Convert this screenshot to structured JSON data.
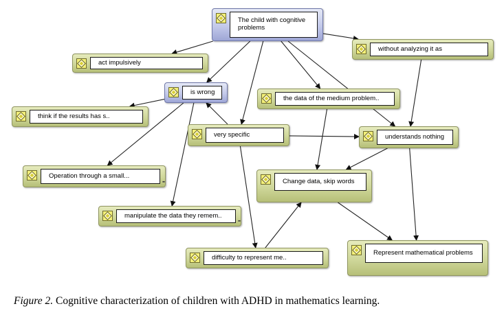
{
  "nodes": [
    {
      "id": "n-child",
      "text": "The child with cognitive problems",
      "style": "blue"
    },
    {
      "id": "n-impulsive",
      "text": "act impulsively",
      "style": "green"
    },
    {
      "id": "n-without",
      "text": "without analyzing it as",
      "style": "green"
    },
    {
      "id": "n-iswrong",
      "text": "is wrong",
      "style": "blue"
    },
    {
      "id": "n-medium",
      "text": "the data of the medium problem..",
      "style": "green"
    },
    {
      "id": "n-think",
      "text": "think if the results has s..",
      "style": "green"
    },
    {
      "id": "n-specific",
      "text": "very specific",
      "style": "green"
    },
    {
      "id": "n-understands",
      "text": "understands nothing",
      "style": "green"
    },
    {
      "id": "n-operation",
      "text": "Operation through a small...",
      "style": "green"
    },
    {
      "id": "n-change",
      "text": "Change data, skip words",
      "style": "green"
    },
    {
      "id": "n-manipulate",
      "text": "manipulate the data they remem..",
      "style": "green"
    },
    {
      "id": "n-represent",
      "text": "Represent mathematical problems",
      "style": "green"
    },
    {
      "id": "n-difficulty",
      "text": "difficulty to represent me..",
      "style": "green"
    }
  ],
  "edges": [
    {
      "from": "n-child",
      "to": "n-impulsive"
    },
    {
      "from": "n-child",
      "to": "n-iswrong"
    },
    {
      "from": "n-child",
      "to": "n-without"
    },
    {
      "from": "n-child",
      "to": "n-medium"
    },
    {
      "from": "n-child",
      "to": "n-specific"
    },
    {
      "from": "n-child",
      "to": "n-understands"
    },
    {
      "from": "n-iswrong",
      "to": "n-think"
    },
    {
      "from": "n-iswrong",
      "to": "n-operation"
    },
    {
      "from": "n-iswrong",
      "to": "n-manipulate"
    },
    {
      "from": "n-specific",
      "to": "n-iswrong"
    },
    {
      "from": "n-specific",
      "to": "n-understands"
    },
    {
      "from": "n-specific",
      "to": "n-difficulty"
    },
    {
      "from": "n-without",
      "to": "n-understands"
    },
    {
      "from": "n-medium",
      "to": "n-change"
    },
    {
      "from": "n-understands",
      "to": "n-change"
    },
    {
      "from": "n-understands",
      "to": "n-represent"
    },
    {
      "from": "n-change",
      "to": "n-represent"
    },
    {
      "from": "n-difficulty",
      "to": "n-change"
    }
  ],
  "caption": {
    "figure_label": "Figure 2.",
    "text": " Cognitive characterization of children with ADHD in mathematics learning."
  }
}
